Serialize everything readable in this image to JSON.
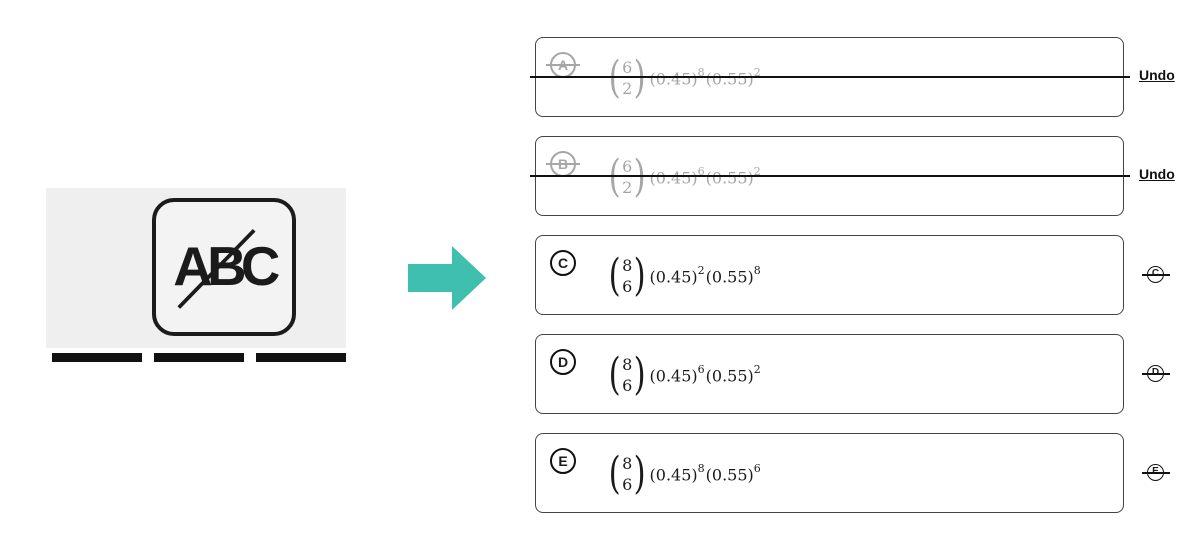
{
  "tool": {
    "icon_text": "ABC"
  },
  "choices": [
    {
      "letter": "A",
      "n": "6",
      "k": "2",
      "t1": "(0.45)",
      "e1": "8",
      "t2": "(0.55)",
      "e2": "2",
      "eliminated": true,
      "undo_label": "Undo"
    },
    {
      "letter": "B",
      "n": "6",
      "k": "2",
      "t1": "(0.45)",
      "e1": "6",
      "t2": "(0.55)",
      "e2": "2",
      "eliminated": true,
      "undo_label": "Undo"
    },
    {
      "letter": "C",
      "n": "8",
      "k": "6",
      "t1": "(0.45)",
      "e1": "2",
      "t2": "(0.55)",
      "e2": "8",
      "eliminated": false
    },
    {
      "letter": "D",
      "n": "8",
      "k": "6",
      "t1": "(0.45)",
      "e1": "6",
      "t2": "(0.55)",
      "e2": "2",
      "eliminated": false
    },
    {
      "letter": "E",
      "n": "8",
      "k": "6",
      "t1": "(0.45)",
      "e1": "8",
      "t2": "(0.55)",
      "e2": "6",
      "eliminated": false
    }
  ],
  "colors": {
    "arrow": "#3fbfad",
    "eliminated_text": "#a6a6a6"
  }
}
